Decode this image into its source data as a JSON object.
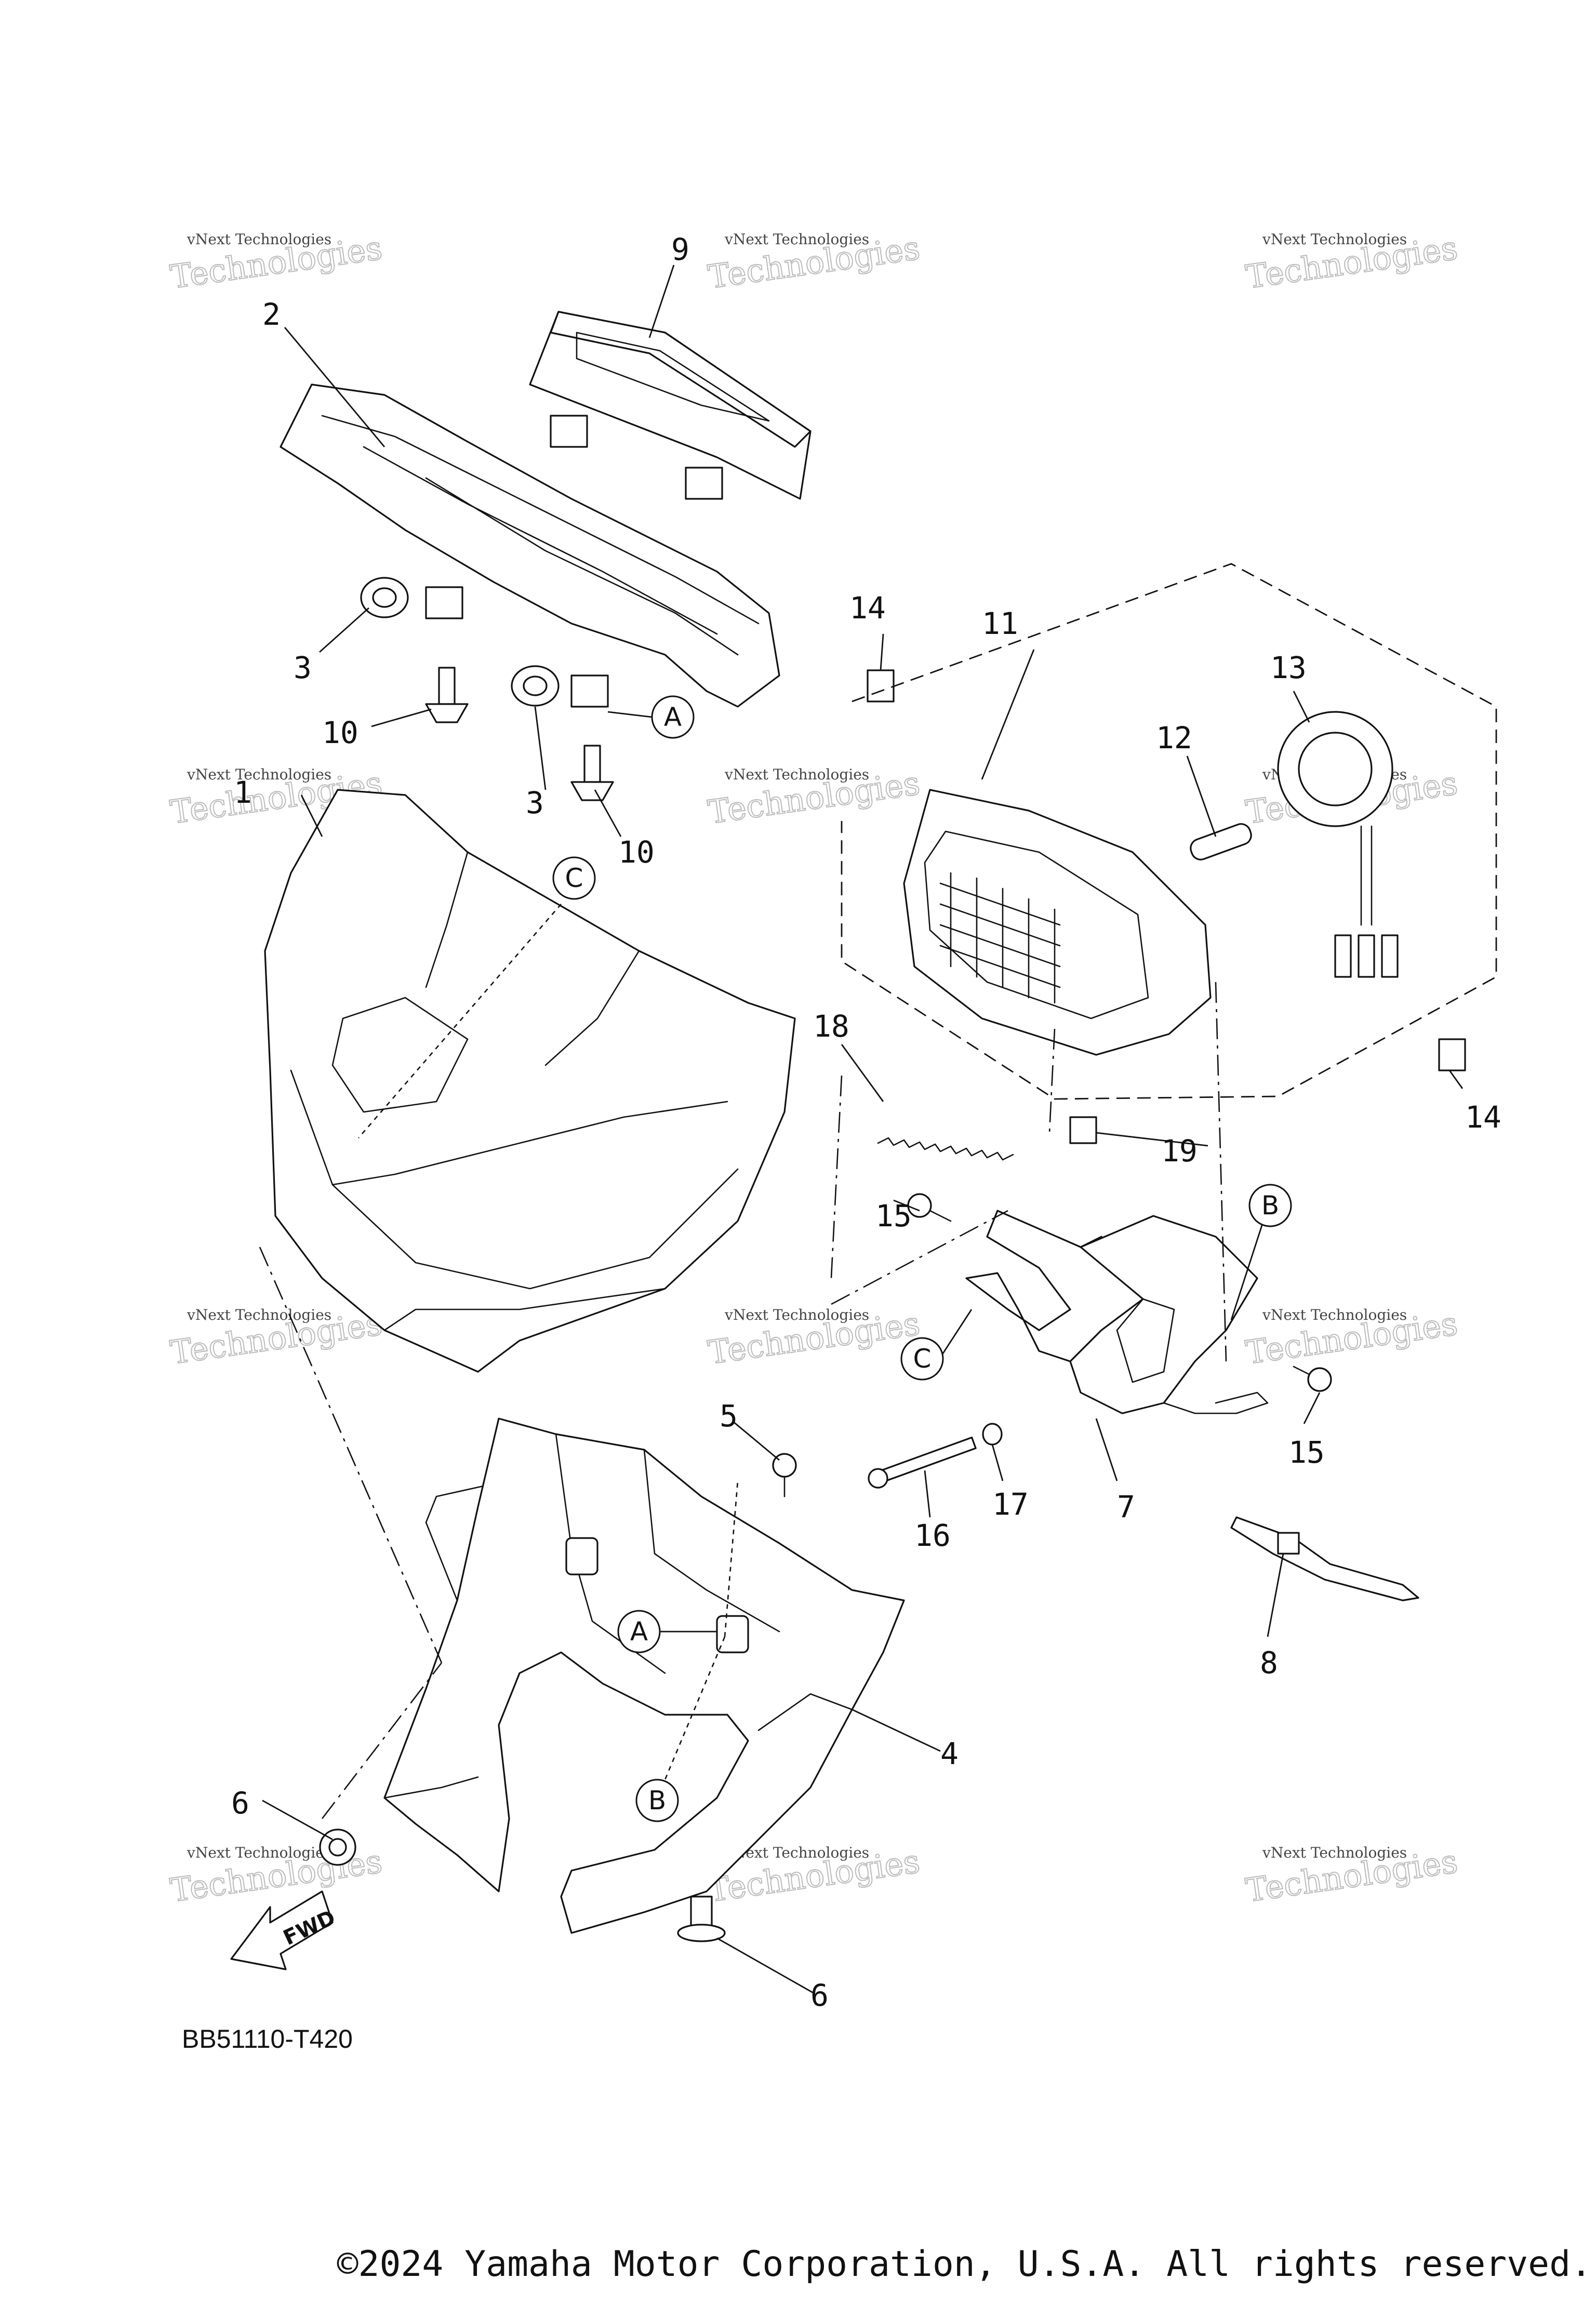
{
  "diagram": {
    "code": "BB51110-T420",
    "copyright": "©2024 Yamaha Motor Corporation, U.S.A. All rights reserved.",
    "fwd_label": "FWD",
    "watermark": {
      "line1": "vNext Technologies",
      "line2": "Technologies",
      "top": "vNext"
    },
    "callouts": {
      "n1": "1",
      "n2": "2",
      "n3a": "3",
      "n3b": "3",
      "n4": "4",
      "n5": "5",
      "n6a": "6",
      "n6b": "6",
      "n7": "7",
      "n8": "8",
      "n9": "9",
      "n10a": "10",
      "n10b": "10",
      "n11": "11",
      "n12": "12",
      "n13": "13",
      "n14a": "14",
      "n14b": "14",
      "n15a": "15",
      "n15b": "15",
      "n16": "16",
      "n17": "17",
      "n18": "18",
      "n19": "19"
    },
    "refs": {
      "A1": "A",
      "A2": "A",
      "B1": "B",
      "B2": "B",
      "C1": "C",
      "C2": "C"
    }
  }
}
